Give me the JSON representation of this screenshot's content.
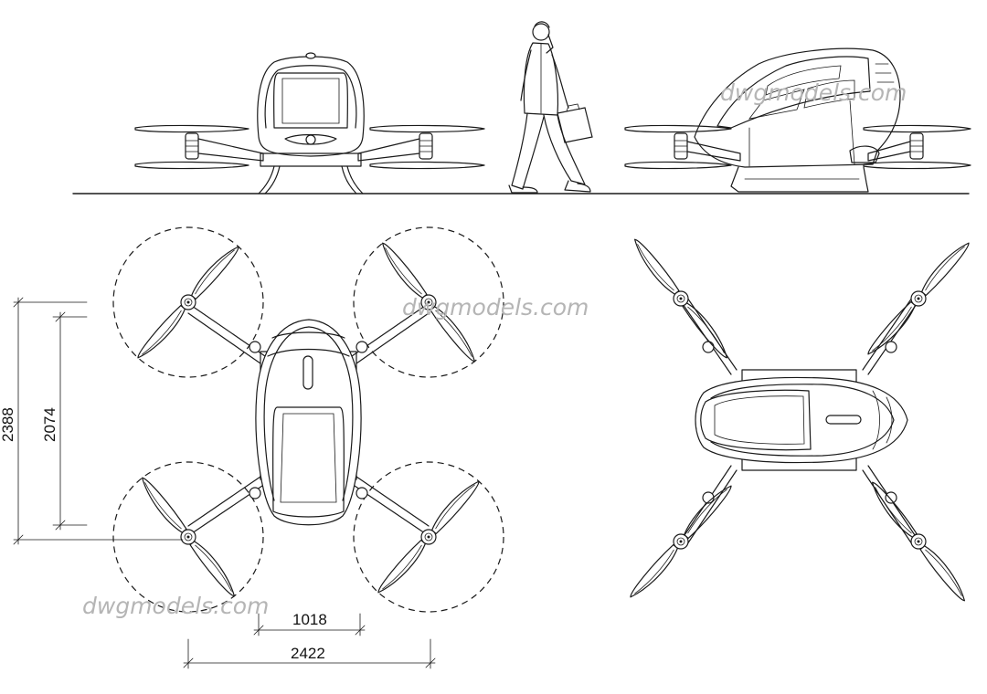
{
  "watermark": "dwgmodels.com",
  "dimensions": {
    "height_outer": "2388",
    "height_inner": "2074",
    "width_inner": "1018",
    "width_outer": "2422"
  },
  "views": [
    "front-elevation",
    "pedestrian-for-scale",
    "side-elevation",
    "plan-view-dimensioned",
    "plan-view-rotated"
  ]
}
